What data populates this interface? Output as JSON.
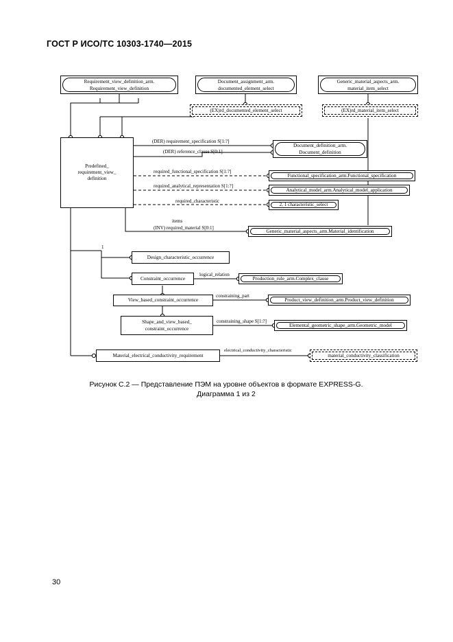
{
  "document": {
    "header": "ГОСТ Р ИСО/ТС 10303-1740—2015",
    "page_number": "30"
  },
  "figure": {
    "caption_line1": "Рисунок С.2 — Представление ПЭМ на уровне объектов в формате EXPRESS-G.",
    "caption_line2": "Диаграмма 1 из 2"
  },
  "diagram": {
    "nodes": {
      "requirement_view_definition_arm": {
        "line1": "Requirement_view_definition_arm.",
        "line2": "Requirement_view_definition"
      },
      "document_assignment_arm": {
        "line1": "Document_assignment_arm.",
        "line2": "documented_element_select"
      },
      "generic_material_aspects_arm": {
        "line1": "Generic_material_aspects_arm.",
        "line2": "material_item_select"
      },
      "ex_rd_documented_element_select": "(EX)rd_documented_element_select",
      "ex_rd_material_item_select": "(EX)rd_material_item_select",
      "predefined_requirement_view_definition": {
        "line1": "Predefined_",
        "line2": "requirement_view_",
        "line3": "definition"
      },
      "document_definition_arm": {
        "line1": "Document_definition_arm.",
        "line2": "Document_definition"
      },
      "functional_specification_arm": "Functional_specification_arm.Functional_specification",
      "analytical_model_arm": "Analytical_model_arm.Analytical_model_application",
      "characteristic_select": "2, 1 characteristic_select",
      "material_identification": "Generic_material_aspects_arm.Material_identification",
      "design_characteristic_occurrence": "Design_characteristic_occurrence",
      "constraint_occurrence": "Constraint_occurrence",
      "production_rule_arm": "Production_rule_arm.Complex_clause",
      "view_based_constraint_occurrence": "View_based_constraint_occurrence",
      "product_view_definition_arm": "Product_view_definition_arm.Product_view_definition",
      "shape_and_view_based_constraint_occurrence": {
        "line1": "Shape_and_view_based_",
        "line2": "constraint_occurrence"
      },
      "elemental_geometric_shape_arm": "Elemental_geometric_shape_arm.Geometric_model",
      "material_electrical_conductivity_requirement": "Material_electrical_conductivity_requirement",
      "material_conductivity_classification": "material_conductivity_classification"
    },
    "edges": {
      "requirement_specification": "(DER) requirement_specification S[1:?]",
      "reference_clause": "(DER) reference_clause S[0:1]",
      "required_functional_specification": "required_functional_specification S[1:?]",
      "required_analytical_representation": "required_analytical_representation S[1:?]",
      "required_characteristic": "required_characteristic",
      "items": "items",
      "required_material": "(INV) required_material S[0:1]",
      "cardinality_one": "1",
      "logical_relation": "logical_relation",
      "constraining_part": "constraining_part",
      "constraining_shape": "constraining_shape S[1:?]",
      "electrical_conductivity_characteristic": "electrical_conductivity_characteristic"
    }
  }
}
